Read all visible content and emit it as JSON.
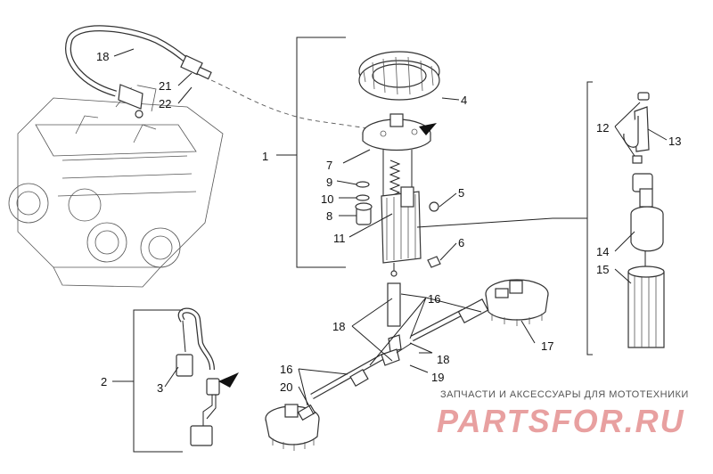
{
  "diagram": {
    "callouts": [
      {
        "id": "1",
        "text": "1"
      },
      {
        "id": "2",
        "text": "2"
      },
      {
        "id": "3",
        "text": "3"
      },
      {
        "id": "4",
        "text": "4"
      },
      {
        "id": "5",
        "text": "5"
      },
      {
        "id": "6",
        "text": "6"
      },
      {
        "id": "7",
        "text": "7"
      },
      {
        "id": "8",
        "text": "8"
      },
      {
        "id": "9",
        "text": "9"
      },
      {
        "id": "10",
        "text": "10"
      },
      {
        "id": "11",
        "text": "11"
      },
      {
        "id": "12",
        "text": "12"
      },
      {
        "id": "13",
        "text": "13"
      },
      {
        "id": "14",
        "text": "14"
      },
      {
        "id": "15",
        "text": "15"
      },
      {
        "id": "16a",
        "text": "16"
      },
      {
        "id": "16b",
        "text": "16"
      },
      {
        "id": "17",
        "text": "17"
      },
      {
        "id": "18a",
        "text": "18"
      },
      {
        "id": "18b",
        "text": "18"
      },
      {
        "id": "18c",
        "text": "18"
      },
      {
        "id": "19",
        "text": "19"
      },
      {
        "id": "20",
        "text": "20"
      },
      {
        "id": "21",
        "text": "21"
      },
      {
        "id": "22",
        "text": "22"
      }
    ]
  },
  "watermark": {
    "tagline": "ЗАПЧАСТИ И АКСЕССУАРЫ ДЛЯ МОТОТЕХНИКИ",
    "logo_text": "PARTSFOR.RU",
    "logo_color": "#e8a0a0"
  }
}
